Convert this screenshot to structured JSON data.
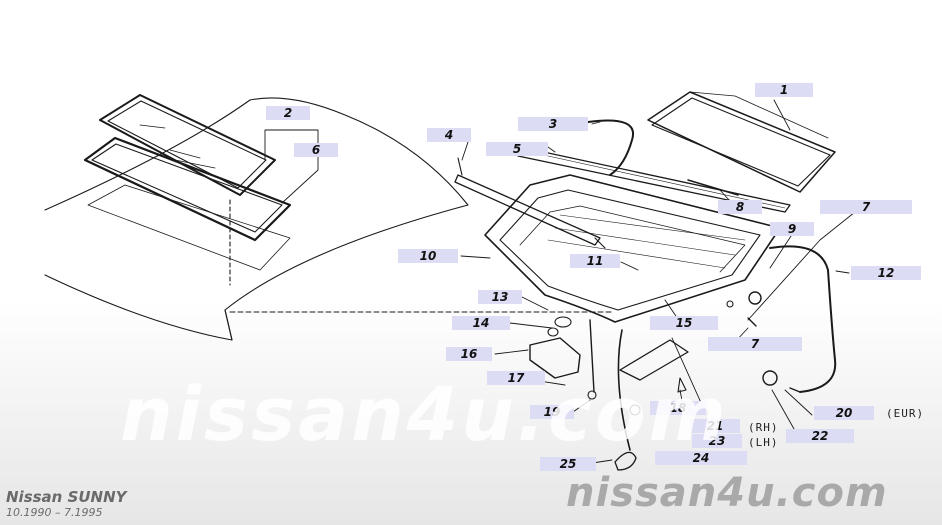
{
  "watermark_center": "nissan4u.com",
  "watermark_bottom": "nissan4u.com",
  "model": {
    "name": "Nissan SUNNY",
    "years": "10.1990 – 7.1995"
  },
  "notes": {
    "eur": "(EUR)",
    "rh": "(RH)",
    "lh": "(LH)"
  },
  "callouts": [
    {
      "id": "1",
      "text": "1"
    },
    {
      "id": "2",
      "text": "2"
    },
    {
      "id": "3",
      "text": "3"
    },
    {
      "id": "4",
      "text": "4"
    },
    {
      "id": "5",
      "text": "5"
    },
    {
      "id": "6",
      "text": "6"
    },
    {
      "id": "7a",
      "text": "7"
    },
    {
      "id": "7b",
      "text": "7"
    },
    {
      "id": "8",
      "text": "8"
    },
    {
      "id": "9",
      "text": "9"
    },
    {
      "id": "10",
      "text": "10"
    },
    {
      "id": "11",
      "text": "11"
    },
    {
      "id": "12",
      "text": "12"
    },
    {
      "id": "13",
      "text": "13"
    },
    {
      "id": "14",
      "text": "14"
    },
    {
      "id": "15",
      "text": "15"
    },
    {
      "id": "16",
      "text": "16"
    },
    {
      "id": "17",
      "text": "17"
    },
    {
      "id": "18",
      "text": "18"
    },
    {
      "id": "19",
      "text": "19"
    },
    {
      "id": "20",
      "text": "20"
    },
    {
      "id": "21",
      "text": "21"
    },
    {
      "id": "22",
      "text": "22"
    },
    {
      "id": "23",
      "text": "23"
    },
    {
      "id": "24",
      "text": "24"
    },
    {
      "id": "25",
      "text": "25"
    }
  ],
  "colors": {
    "label_bg": "#dcdcf4",
    "line": "#1a1a1a",
    "watermark": "#a9a9a9"
  }
}
